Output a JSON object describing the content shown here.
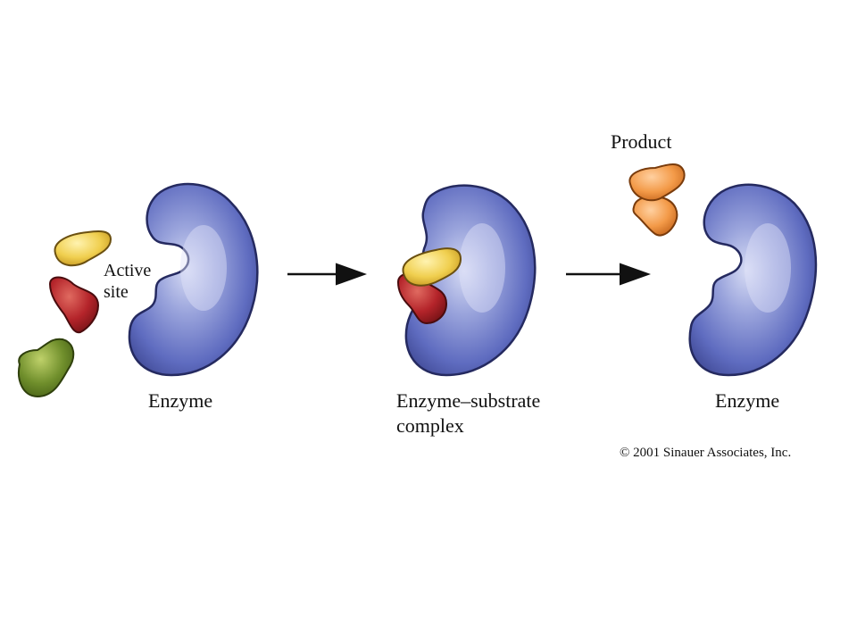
{
  "labels": {
    "active_site_line1": "Active",
    "active_site_line2": "site",
    "enzyme_left": "Enzyme",
    "complex_line1": "Enzyme–substrate",
    "complex_line2": "complex",
    "product": "Product",
    "enzyme_right": "Enzyme",
    "copyright": "© 2001 Sinauer Associates, Inc."
  },
  "colors": {
    "enzyme": "#5a67b8",
    "enzyme_highlight": "#c9cff0",
    "substrate_yellow": "#f2d35a",
    "substrate_red": "#b8242a",
    "substrate_green": "#6f8e2c",
    "product": "#f29a4a"
  },
  "icons": {
    "arrow_1": "right-arrow",
    "arrow_2": "right-arrow"
  }
}
